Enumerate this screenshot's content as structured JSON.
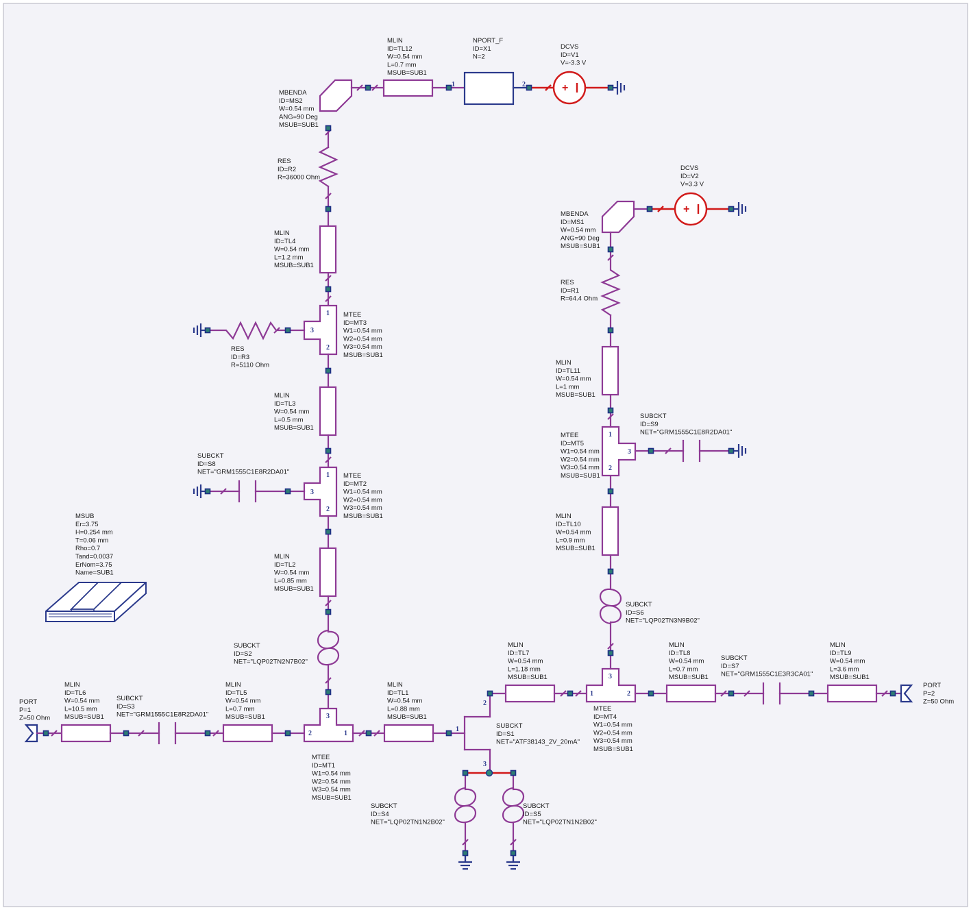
{
  "colors": {
    "background": "#f3f3f8",
    "wire": "#8e3a95",
    "node": "#2d7c73",
    "source": "#d11a1a",
    "ground": "#2b3a8c"
  },
  "components": {
    "TL12": [
      "MLIN",
      "ID=TL12",
      "W=0.54 mm",
      "L=0.7 mm",
      "MSUB=SUB1"
    ],
    "X1": [
      "NPORT_F",
      "ID=X1",
      "N=2"
    ],
    "V1": [
      "DCVS",
      "ID=V1",
      "V=-3.3 V"
    ],
    "MS2": [
      "MBENDA",
      "ID=MS2",
      "W=0.54 mm",
      "ANG=90 Deg",
      "MSUB=SUB1"
    ],
    "R2": [
      "RES",
      "ID=R2",
      "R=36000 Ohm"
    ],
    "TL4": [
      "MLIN",
      "ID=TL4",
      "W=0.54 mm",
      "L=1.2 mm",
      "MSUB=SUB1"
    ],
    "MT3": [
      "MTEE",
      "ID=MT3",
      "W1=0.54 mm",
      "W2=0.54 mm",
      "W3=0.54 mm",
      "MSUB=SUB1"
    ],
    "R3": [
      "RES",
      "ID=R3",
      "R=5110 Ohm"
    ],
    "TL3": [
      "MLIN",
      "ID=TL3",
      "W=0.54 mm",
      "L=0.5 mm",
      "MSUB=SUB1"
    ],
    "S8": [
      "SUBCKT",
      "ID=S8",
      "NET=\"GRM1555C1E8R2DA01\""
    ],
    "MT2": [
      "MTEE",
      "ID=MT2",
      "W1=0.54 mm",
      "W2=0.54 mm",
      "W3=0.54 mm",
      "MSUB=SUB1"
    ],
    "TL2": [
      "MLIN",
      "ID=TL2",
      "W=0.54 mm",
      "L=0.85 mm",
      "MSUB=SUB1"
    ],
    "MSUB": [
      "MSUB",
      "Er=3.75",
      "H=0.254 mm",
      "T=0.06 mm",
      "Rho=0.7",
      "Tand=0.0037",
      "ErNom=3.75",
      "Name=SUB1"
    ],
    "S2": [
      "SUBCKT",
      "ID=S2",
      "NET=\"LQP02TN2N7B02\""
    ],
    "PORT1": [
      "PORT",
      "P=1",
      "Z=50 Ohm"
    ],
    "TL6": [
      "MLIN",
      "ID=TL6",
      "W=0.54 mm",
      "L=10.5 mm",
      "MSUB=SUB1"
    ],
    "S3": [
      "SUBCKT",
      "ID=S3",
      "NET=\"GRM1555C1E8R2DA01\""
    ],
    "TL5": [
      "MLIN",
      "ID=TL5",
      "W=0.54 mm",
      "L=0.7 mm",
      "MSUB=SUB1"
    ],
    "MT1": [
      "MTEE",
      "ID=MT1",
      "W1=0.54 mm",
      "W2=0.54 mm",
      "W3=0.54 mm",
      "MSUB=SUB1"
    ],
    "TL1": [
      "MLIN",
      "ID=TL1",
      "W=0.54 mm",
      "L=0.88 mm",
      "MSUB=SUB1"
    ],
    "S1": [
      "SUBCKT",
      "ID=S1",
      "NET=\"ATF38143_2V_20mA\""
    ],
    "S4": [
      "SUBCKT",
      "ID=S4",
      "NET=\"LQP02TN1N2B02\""
    ],
    "S5": [
      "SUBCKT",
      "ID=S5",
      "NET=\"LQP02TN1N2B02\""
    ],
    "TL7": [
      "MLIN",
      "ID=TL7",
      "W=0.54 mm",
      "L=1.18 mm",
      "MSUB=SUB1"
    ],
    "MT4": [
      "MTEE",
      "ID=MT4",
      "W1=0.54 mm",
      "W2=0.54 mm",
      "W3=0.54 mm",
      "MSUB=SUB1"
    ],
    "TL8": [
      "MLIN",
      "ID=TL8",
      "W=0.54 mm",
      "L=0.7 mm",
      "MSUB=SUB1"
    ],
    "S7": [
      "SUBCKT",
      "ID=S7",
      "NET=\"GRM1555C1E3R3CA01\""
    ],
    "TL9": [
      "MLIN",
      "ID=TL9",
      "W=0.54 mm",
      "L=3.6 mm",
      "MSUB=SUB1"
    ],
    "PORT2": [
      "PORT",
      "P=2",
      "Z=50 Ohm"
    ],
    "V2": [
      "DCVS",
      "ID=V2",
      "V=3.3 V"
    ],
    "MS1": [
      "MBENDA",
      "ID=MS1",
      "W=0.54 mm",
      "ANG=90 Deg",
      "MSUB=SUB1"
    ],
    "R1": [
      "RES",
      "ID=R1",
      "R=64.4 Ohm"
    ],
    "TL11": [
      "MLIN",
      "ID=TL11",
      "W=0.54 mm",
      "L=1 mm",
      "MSUB=SUB1"
    ],
    "S9": [
      "SUBCKT",
      "ID=S9",
      "NET=\"GRM1555C1E8R2DA01\""
    ],
    "MT5": [
      "MTEE",
      "ID=MT5",
      "W1=0.54 mm",
      "W2=0.54 mm",
      "W3=0.54 mm",
      "MSUB=SUB1"
    ],
    "TL10": [
      "MLIN",
      "ID=TL10",
      "W=0.54 mm",
      "L=0.9 mm",
      "MSUB=SUB1"
    ],
    "S6": [
      "SUBCKT",
      "ID=S6",
      "NET=\"LQP02TN3N9B02\""
    ]
  },
  "pins": {
    "p1": "1",
    "p2": "2",
    "p3": "3"
  }
}
